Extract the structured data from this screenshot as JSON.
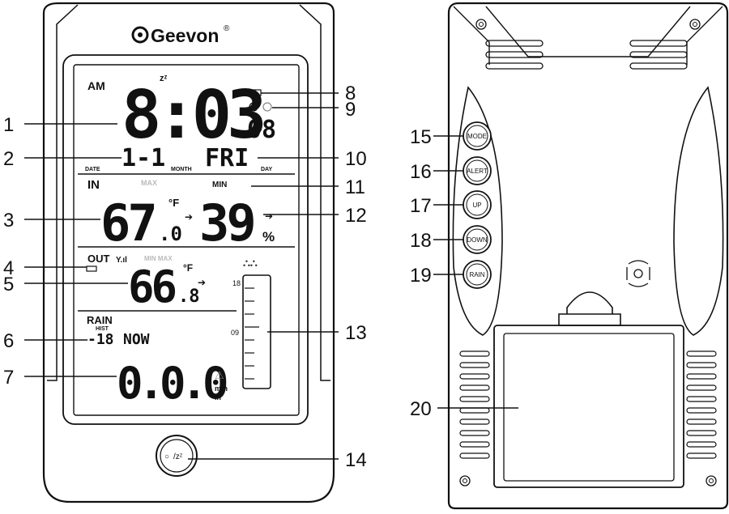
{
  "brand": "Geevon",
  "brand_mark": "®",
  "lcd": {
    "ampm": "AM",
    "snooze_mark": "zᶻ",
    "time": "8:03",
    "seconds": "08",
    "date": "1-1",
    "date_label": "DATE",
    "month_label": "MONTH",
    "weekday": "FRI",
    "day_label": "DAY",
    "in_label": "IN",
    "max_label": "MAX",
    "min_label": "MIN",
    "in_temp": "67",
    "in_temp_dec": ".0",
    "temp_unit": "°F",
    "in_humidity": "39",
    "humidity_unit": "%",
    "out_label": "OUT",
    "out_minmax_label": "MIN MAX",
    "out_temp": "66",
    "out_temp_dec": ".8",
    "bar_top": "18",
    "bar_mid": "09",
    "rain_label": "RAIN",
    "hist_label": "HIST",
    "hist_value": "-18",
    "now_label": "NOW",
    "rain_value": "0.0.0",
    "rain_units": [
      "mm",
      "in"
    ]
  },
  "front_callouts": [
    "1",
    "2",
    "3",
    "4",
    "5",
    "6",
    "7",
    "8",
    "9",
    "10",
    "11",
    "12",
    "13",
    "14"
  ],
  "light_button_label": "/zᶻ",
  "back_buttons": [
    {
      "label": "MODE",
      "number": "15"
    },
    {
      "label": "ALERT",
      "number": "16"
    },
    {
      "label": "UP",
      "number": "17"
    },
    {
      "label": "DOWN",
      "number": "18"
    },
    {
      "label": "RAIN",
      "number": "19"
    }
  ],
  "battery_callout": "20"
}
